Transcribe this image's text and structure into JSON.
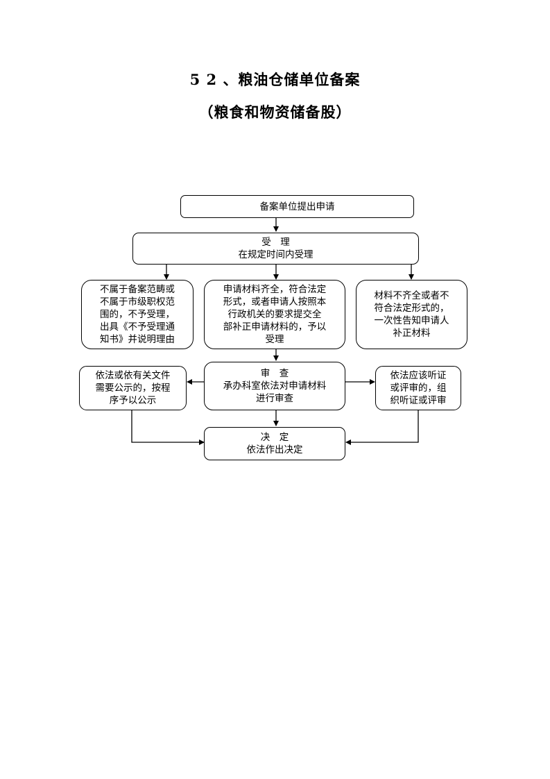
{
  "header": {
    "title": "5 2 、粮油仓储单位备案",
    "subtitle": "（粮食和物资储备股）"
  },
  "flowchart": {
    "apply": "备案单位提出申请",
    "accept_head": "受　理",
    "accept_body": "在规定时间内受理",
    "reject": "不属于备案范畴或\n不属于市级职权范\n围的，不予受理，\n出具《不予受理通\n知书》并说明理由",
    "complete": "申请材料齐全，符合法定\n形式，或者申请人按照本\n行政机关的要求提交全\n部补正申请材料的，予以\n受理",
    "incomplete": "材料不齐全或者不\n符合法定形式的，\n一次性告知申请人\n补正材料",
    "review_head": "审　查",
    "review_body": "承办科室依法对申请材料\n进行审查",
    "publicity": "依法或依有关文件\n需要公示的，按程\n序予以公示",
    "hearing": "依法应该听证\n或评审的，组\n织听证或评审",
    "decision_head": "决　定",
    "decision_body": "依法作出决定"
  }
}
